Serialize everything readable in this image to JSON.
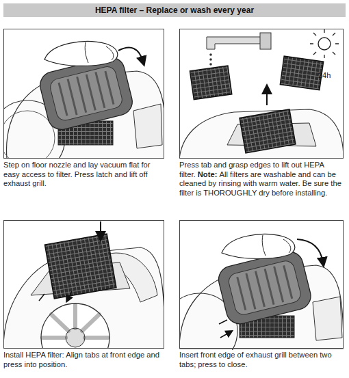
{
  "diagram": {
    "title": "HEPA filter – Replace or wash every year",
    "nodes": [
      {
        "text": [
          "Step on floor nozzle and lay vacuum flat for easy access to filter. Press latch and lift off exhaust grill."
        ]
      },
      {
        "text": [
          "Press tab and grasp edges to lift out HEPA filter.",
          "Note:",
          "All filters are washable and can be cleaned by rinsing with warm water. Be sure the filter is THOROUGHLY dry before installing."
        ]
      },
      {
        "text": [
          "Install HEPA filter: Align tabs at front edge and press into position."
        ]
      },
      {
        "text": [
          "Insert front edge of exhaust grill between two tabs; press to close."
        ]
      }
    ],
    "labels": [
      "24h"
    ]
  }
}
